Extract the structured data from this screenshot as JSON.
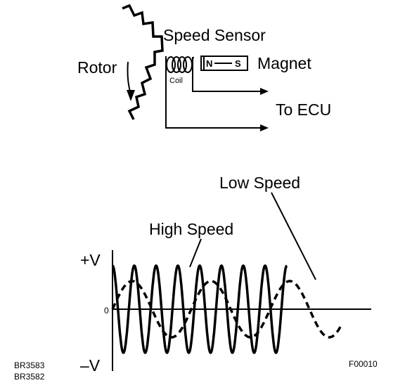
{
  "sensor": {
    "rotor_label": "Rotor",
    "speed_sensor_label": "Speed Sensor",
    "coil_label": "Coil",
    "magnet_north": "N",
    "magnet_south": "S",
    "magnet_label": "Magnet",
    "ecu_label": "To ECU"
  },
  "waveform": {
    "low_speed_label": "Low Speed",
    "high_speed_label": "High Speed",
    "plus_v_label": "+V",
    "zero_label": "0",
    "minus_v_label": "–V"
  },
  "codes": {
    "code_1": "BR3583",
    "code_2": "BR3582",
    "figure_code": "F00010"
  }
}
